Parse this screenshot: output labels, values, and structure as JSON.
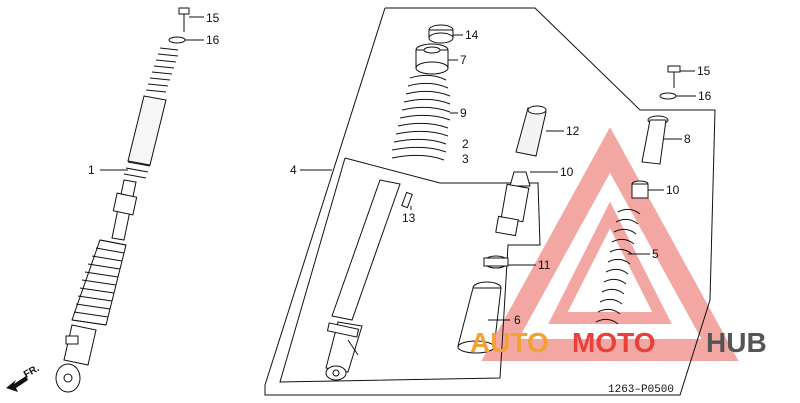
{
  "diagram": {
    "part_numbers": [
      "15",
      "16",
      "1",
      "14",
      "7",
      "9",
      "2",
      "3",
      "4",
      "12",
      "10",
      "13",
      "11",
      "6",
      "15",
      "16",
      "8",
      "10",
      "5"
    ],
    "drawing_code": "1263–P0500",
    "front_indicator": "FR.",
    "watermark": {
      "auto": "AUTO",
      "moto": "MOTO",
      "hub": "HUB",
      "color_red": "#e8403a",
      "color_orange": "#f2a233",
      "color_gray": "#555555"
    }
  }
}
